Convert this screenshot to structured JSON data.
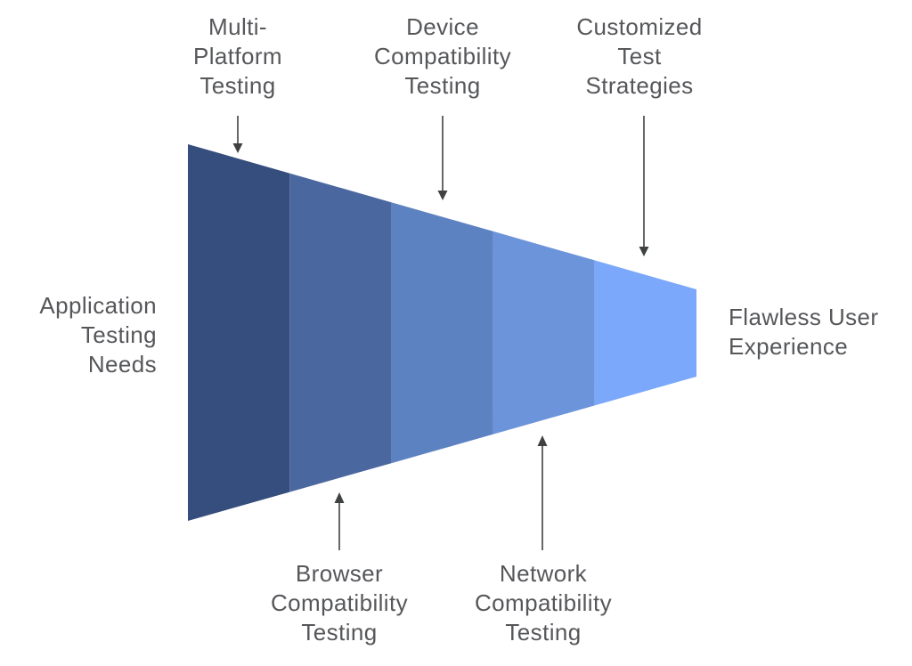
{
  "diagram_type": "horizontal-funnel",
  "funnel": {
    "input_label": "Application\nTesting\nNeeds",
    "output_label": "Flawless User\nExperience",
    "stages": [
      {
        "label": "Multi-\nPlatform\nTesting",
        "color": "#354E7D",
        "label_position": "top"
      },
      {
        "label": "Browser\nCompatibility\nTesting",
        "color": "#4A679F",
        "label_position": "bottom"
      },
      {
        "label": "Device\nCompatibility\nTesting",
        "color": "#5D82C1",
        "label_position": "top"
      },
      {
        "label": "Network\nCompatibility\nTesting",
        "color": "#6C94DB",
        "label_position": "bottom"
      },
      {
        "label": "Customized\nTest\nStrategies",
        "color": "#7BA8FA",
        "label_position": "top"
      }
    ],
    "colors": {
      "text": "#56575A",
      "arrow": "#3F4143",
      "background": "#FFFFFF"
    }
  }
}
